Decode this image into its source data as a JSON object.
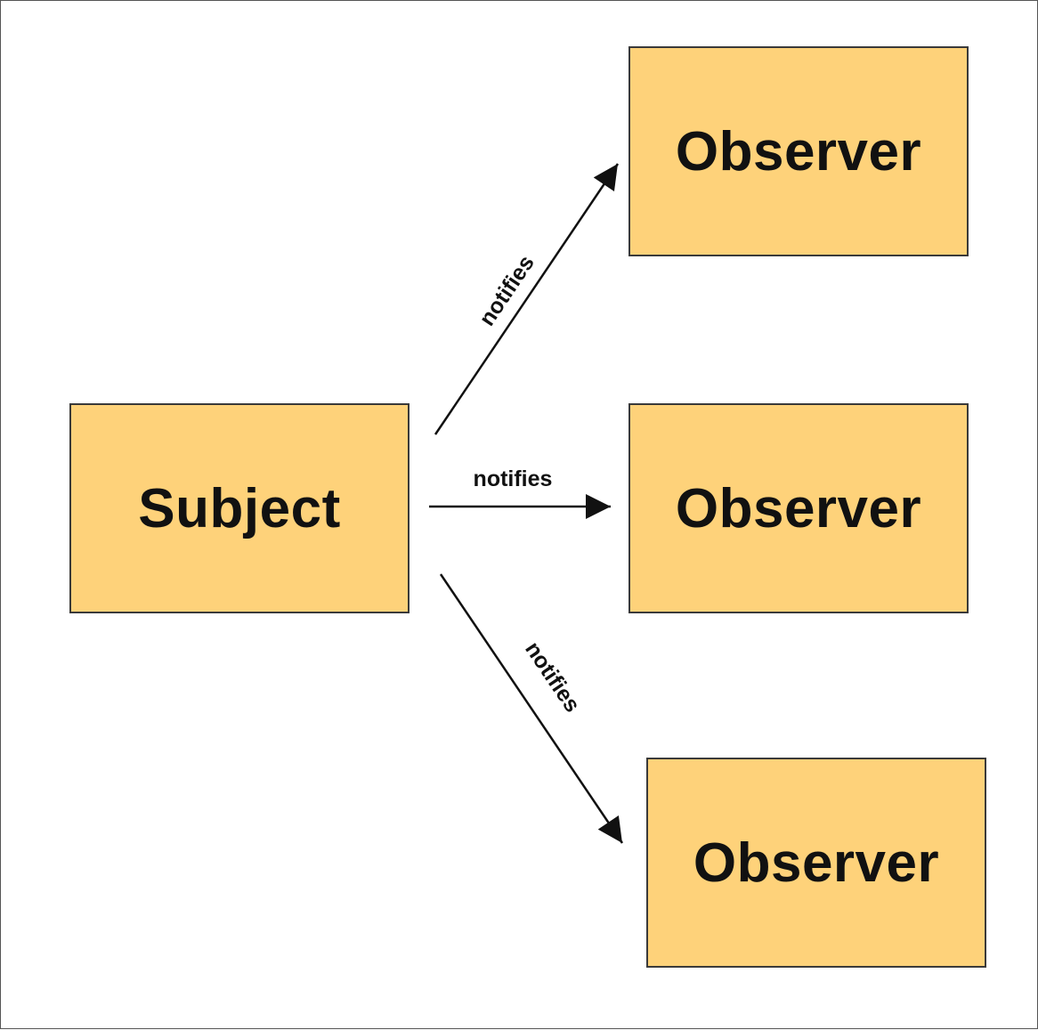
{
  "nodes": {
    "subject": {
      "label": "Subject"
    },
    "observers": [
      {
        "label": "Observer"
      },
      {
        "label": "Observer"
      },
      {
        "label": "Observer"
      }
    ]
  },
  "edges": [
    {
      "from": "Subject",
      "to": "Observer 1",
      "label": "notifies"
    },
    {
      "from": "Subject",
      "to": "Observer 2",
      "label": "notifies"
    },
    {
      "from": "Subject",
      "to": "Observer 3",
      "label": "notifies"
    }
  ],
  "colors": {
    "node_fill": "#fed27a",
    "node_border": "#3a3a3a",
    "arrow": "#111111",
    "background": "#ffffff"
  }
}
